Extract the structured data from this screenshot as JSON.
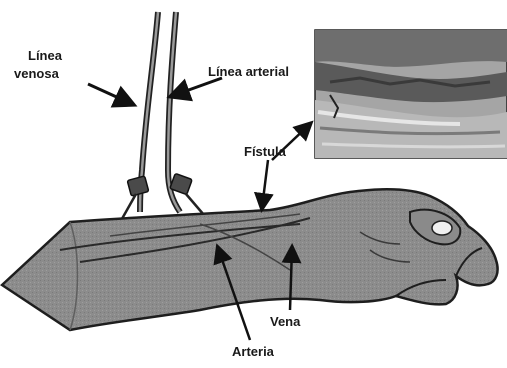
{
  "labels": {
    "linea_venosa_1": "Línea",
    "linea_venosa_2": "venosa",
    "linea_arterial": "Línea arterial",
    "fistula": "Fístula",
    "vena": "Vena",
    "arteria": "Arteria"
  },
  "colors": {
    "skin": "#8a8a8a",
    "skin_shadow": "#5f5f5f",
    "outline": "#1e1e1e",
    "tube": "#2a2a2a",
    "inset_bg": "#9a9a9a"
  }
}
